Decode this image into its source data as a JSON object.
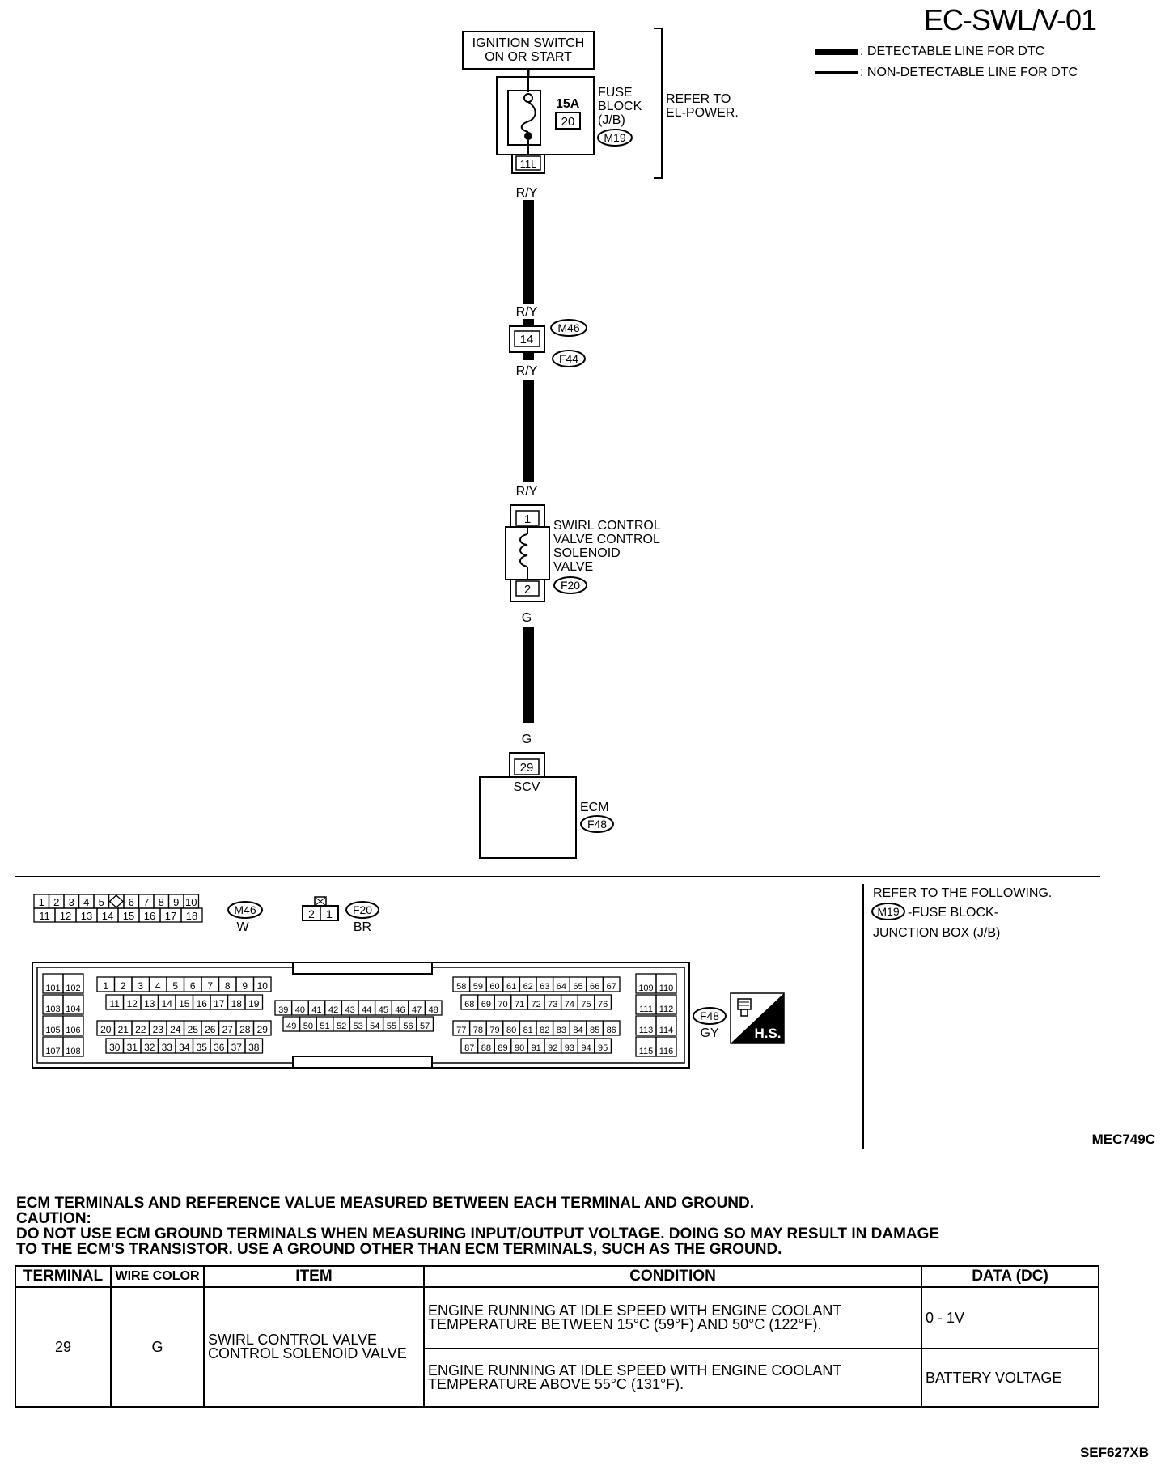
{
  "header": {
    "title": "EC-SWL/V-01",
    "legend": [
      ": DETECTABLE LINE FOR DTC",
      ": NON-DETECTABLE LINE FOR DTC"
    ]
  },
  "diagram": {
    "ignition_switch": [
      "IGNITION SWITCH",
      "ON OR START"
    ],
    "fuse": {
      "rating": "15A",
      "number": "20",
      "terminal": "11L",
      "label": [
        "FUSE",
        "BLOCK",
        "(J/B)"
      ],
      "connector": "M19"
    },
    "refer": [
      "REFER TO",
      "EL-POWER."
    ],
    "wire_ry": "R/Y",
    "joint": {
      "terminal": "14",
      "connectors": [
        "M46",
        "F44"
      ]
    },
    "solenoid": {
      "label": [
        "SWIRL CONTROL",
        "VALVE CONTROL",
        "SOLENOID",
        "VALVE"
      ],
      "terminals": [
        "1",
        "2"
      ],
      "connector": "F20"
    },
    "wire_g": "G",
    "ecm": {
      "terminal": "29",
      "pin_name": "SCV",
      "label": "ECM",
      "connector": "F48"
    }
  },
  "connectors": {
    "m46": {
      "row1": [
        "1",
        "2",
        "3",
        "4",
        "5",
        "",
        "6",
        "7",
        "8",
        "9",
        "10"
      ],
      "row2": [
        "11",
        "12",
        "13",
        "14",
        "15",
        "16",
        "17",
        "18"
      ],
      "id": "M46",
      "color": "W"
    },
    "f20": {
      "pins": [
        "2",
        "1"
      ],
      "id": "F20",
      "color": "BR"
    },
    "f48": {
      "id": "F48",
      "color": "GY",
      "badge": "H.S.",
      "left_pairs": [
        [
          "101",
          "102"
        ],
        [
          "103",
          "104"
        ],
        [
          "105",
          "106"
        ],
        [
          "107",
          "108"
        ]
      ],
      "right_pairs": [
        [
          "109",
          "110"
        ],
        [
          "111",
          "112"
        ],
        [
          "113",
          "114"
        ],
        [
          "115",
          "116"
        ]
      ],
      "a_rows": [
        [
          "1",
          "2",
          "3",
          "4",
          "5",
          "6",
          "7",
          "8",
          "9",
          "10"
        ],
        [
          "11",
          "12",
          "13",
          "14",
          "15",
          "16",
          "17",
          "18",
          "19"
        ],
        [
          "20",
          "21",
          "22",
          "23",
          "24",
          "25",
          "26",
          "27",
          "28",
          "29"
        ],
        [
          "30",
          "31",
          "32",
          "33",
          "34",
          "35",
          "36",
          "37",
          "38"
        ]
      ],
      "b_rows": [
        [
          "39",
          "40",
          "41",
          "42",
          "43",
          "44",
          "45",
          "46",
          "47",
          "48"
        ],
        [
          "49",
          "50",
          "51",
          "52",
          "53",
          "54",
          "55",
          "56",
          "57"
        ]
      ],
      "c_rows": [
        [
          "58",
          "59",
          "60",
          "61",
          "62",
          "63",
          "64",
          "65",
          "66",
          "67"
        ],
        [
          "68",
          "69",
          "70",
          "71",
          "72",
          "73",
          "74",
          "75",
          "76"
        ],
        [
          "77",
          "78",
          "79",
          "80",
          "81",
          "82",
          "83",
          "84",
          "85",
          "86"
        ],
        [
          "87",
          "88",
          "89",
          "90",
          "91",
          "92",
          "93",
          "94",
          "95"
        ]
      ]
    },
    "refer": [
      "REFER TO THE FOLLOWING.",
      "-FUSE BLOCK-",
      "JUNCTION BOX (J/B)"
    ],
    "refer_connector": "M19",
    "figure_code": "MEC749C"
  },
  "notes": {
    "line1": "ECM TERMINALS AND REFERENCE VALUE MEASURED BETWEEN EACH TERMINAL AND GROUND.",
    "line2": "CAUTION:",
    "line3": "DO NOT USE ECM GROUND TERMINALS WHEN MEASURING INPUT/OUTPUT VOLTAGE. DOING SO MAY RESULT IN DAMAGE",
    "line4": "TO THE ECM'S TRANSISTOR. USE A GROUND OTHER THAN ECM TERMINALS, SUCH AS THE GROUND."
  },
  "table": {
    "headers": [
      "TERMINAL",
      "WIRE COLOR",
      "ITEM",
      "CONDITION",
      "DATA (DC)"
    ],
    "terminal": "29",
    "wire_color": "G",
    "item": "SWIRL CONTROL VALVE CONTROL SOLENOID VALVE",
    "rows": [
      {
        "condition": "ENGINE RUNNING AT IDLE SPEED WITH ENGINE COOLANT TEMPERATURE BETWEEN 15°C (59°F) AND 50°C (122°F).",
        "data": "0 - 1V"
      },
      {
        "condition": "ENGINE RUNNING AT IDLE SPEED WITH ENGINE COOLANT TEMPERATURE ABOVE 55°C (131°F).",
        "data": "BATTERY VOLTAGE"
      }
    ]
  },
  "footer": {
    "code": "SEF627XB"
  }
}
